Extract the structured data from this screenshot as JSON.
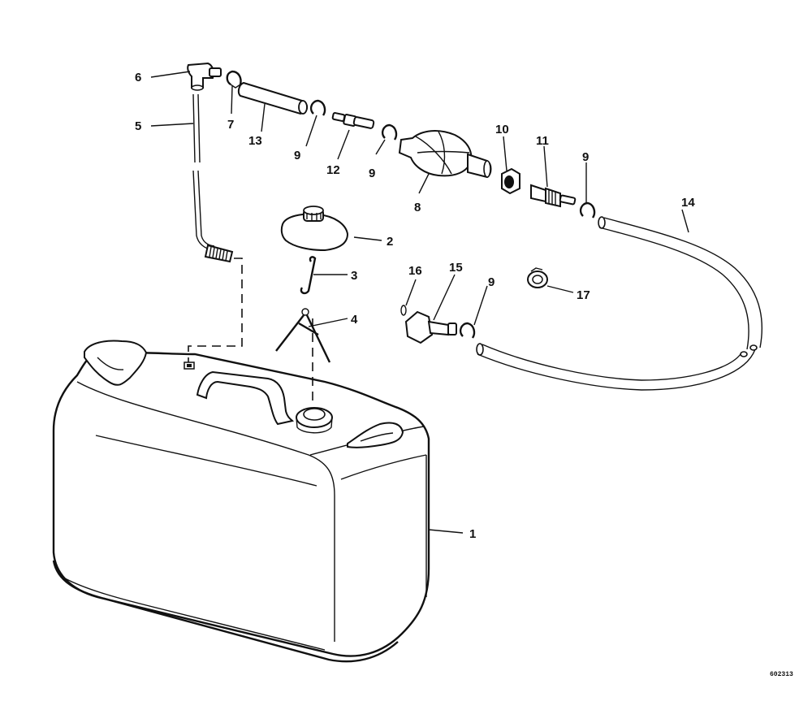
{
  "figure_code": "602313",
  "callouts": [
    {
      "id": "c1",
      "text": "1"
    },
    {
      "id": "c2",
      "text": "2"
    },
    {
      "id": "c3",
      "text": "3"
    },
    {
      "id": "c4",
      "text": "4"
    },
    {
      "id": "c5",
      "text": "5"
    },
    {
      "id": "c6",
      "text": "6"
    },
    {
      "id": "c7",
      "text": "7"
    },
    {
      "id": "c8",
      "text": "8"
    },
    {
      "id": "c9a",
      "text": "9"
    },
    {
      "id": "c9b",
      "text": "9"
    },
    {
      "id": "c9c",
      "text": "9"
    },
    {
      "id": "c9d",
      "text": "9"
    },
    {
      "id": "c10",
      "text": "10"
    },
    {
      "id": "c11",
      "text": "11"
    },
    {
      "id": "c12",
      "text": "12"
    },
    {
      "id": "c13",
      "text": "13"
    },
    {
      "id": "c14",
      "text": "14"
    },
    {
      "id": "c15",
      "text": "15"
    },
    {
      "id": "c16",
      "text": "16"
    },
    {
      "id": "c17",
      "text": "17"
    }
  ]
}
